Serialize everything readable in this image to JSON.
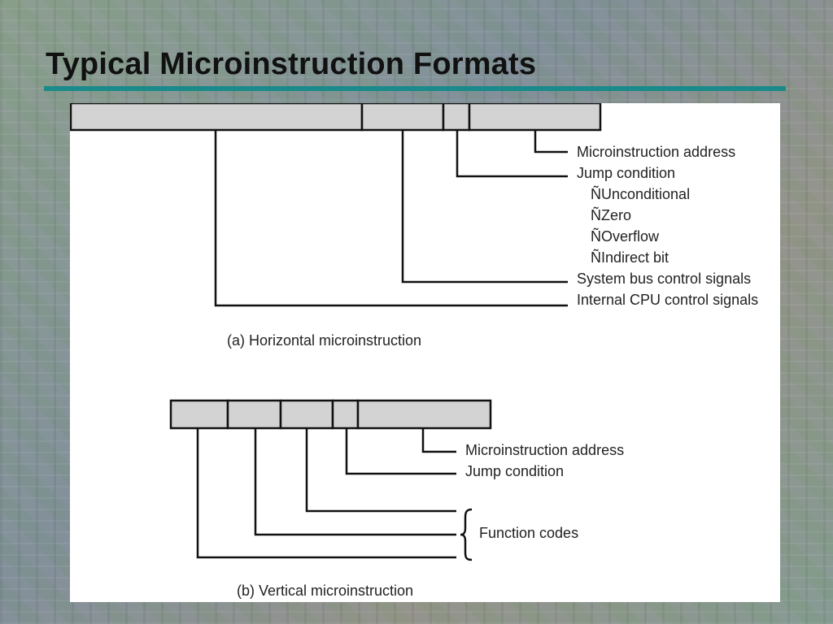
{
  "title": "Typical Microinstruction Formats",
  "horizontal": {
    "caption": "(a) Horizontal microinstruction",
    "labels": {
      "microinstruction_address": "Microinstruction address",
      "jump_condition": "Jump condition",
      "unconditional": "ÑUnconditional",
      "zero": "ÑZero",
      "overflow": "ÑOverflow",
      "indirect_bit": "ÑIndirect bit",
      "system_bus": "System bus control signals",
      "internal_cpu": "Internal CPU control signals"
    }
  },
  "vertical": {
    "caption": "(b) Vertical microinstruction",
    "labels": {
      "microinstruction_address": "Microinstruction address",
      "jump_condition": "Jump condition",
      "function_codes": "Function codes"
    }
  },
  "colors": {
    "title_rule": "#1a8a8a",
    "field_fill": "#d3d3d3"
  }
}
